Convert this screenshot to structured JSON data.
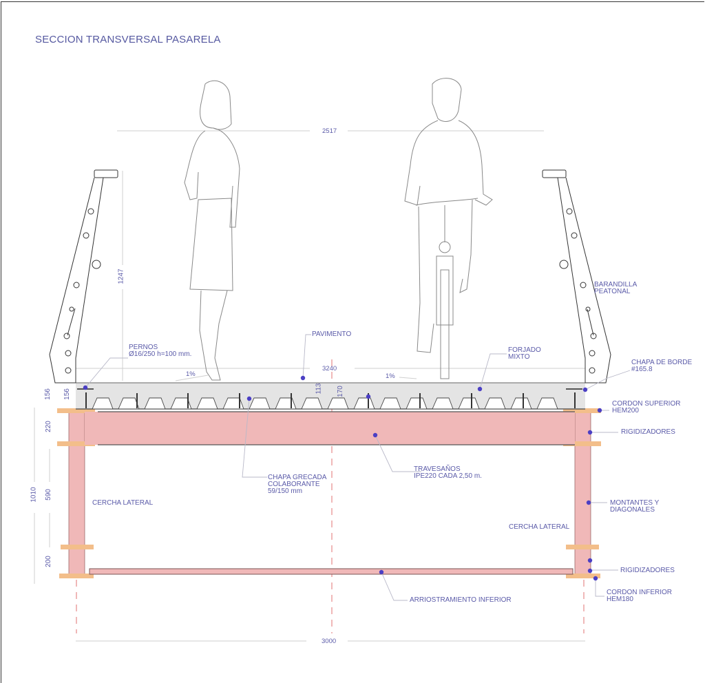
{
  "title": "SECCION TRANSVERSAL PASARELA",
  "colors": {
    "label": "#5a5aa8",
    "steel_fill": "#f0b8b8",
    "flange_fill": "#f3be8a",
    "slab_fill": "#e4e4e4",
    "axis_red": "#e07070",
    "marker": "#4b3fc4",
    "outline": "#555555"
  },
  "dimensions": {
    "top_clear_width": "2517",
    "deck_width": "3240",
    "overall_width": "3000",
    "railing_height": "1247",
    "slab_edge_left": "156",
    "slab_edge_inner": "156",
    "slab_min": "113",
    "slab_total": "170",
    "top_chord": "220",
    "web_height": "590",
    "bottom_chord": "200",
    "truss_height": "1010",
    "slope_left": "1%",
    "slope_right": "1%"
  },
  "labels": {
    "pernos": {
      "line1": "PERNOS",
      "line2": "Ø16/250 h=100 mm."
    },
    "pavimento": "PAVIMENTO",
    "forjado": {
      "line1": "FORJADO",
      "line2": "MIXTO"
    },
    "barandilla": {
      "line1": "BARANDILLA",
      "line2": "PEATONAL"
    },
    "chapa_borde": {
      "line1": "CHAPA DE BORDE",
      "line2": "#165.8"
    },
    "cordon_superior": {
      "line1": "CORDON SUPERIOR",
      "line2": "HEM200"
    },
    "rigidizadores_top": "RIGIDIZADORES",
    "chapa_grecada": {
      "line1": "CHAPA GRECADA",
      "line2": "COLABORANTE",
      "line3": "59/150 mm"
    },
    "travesanos": {
      "line1": "TRAVESAÑOS",
      "line2": "IPE220 CADA 2,50 m."
    },
    "cercha_lateral_left": "CERCHA LATERAL",
    "cercha_lateral_right": "CERCHA LATERAL",
    "montantes": {
      "line1": "MONTANTES Y",
      "line2": "DIAGONALES"
    },
    "rigidizadores_bottom": "RIGIDIZADORES",
    "cordon_inferior": {
      "line1": "CORDON INFERIOR",
      "line2": "HEM180"
    },
    "arriostramiento": "ARRIOSTRAMIENTO INFERIOR"
  },
  "figures": [
    "pedestrian-woman",
    "cyclist-man"
  ]
}
